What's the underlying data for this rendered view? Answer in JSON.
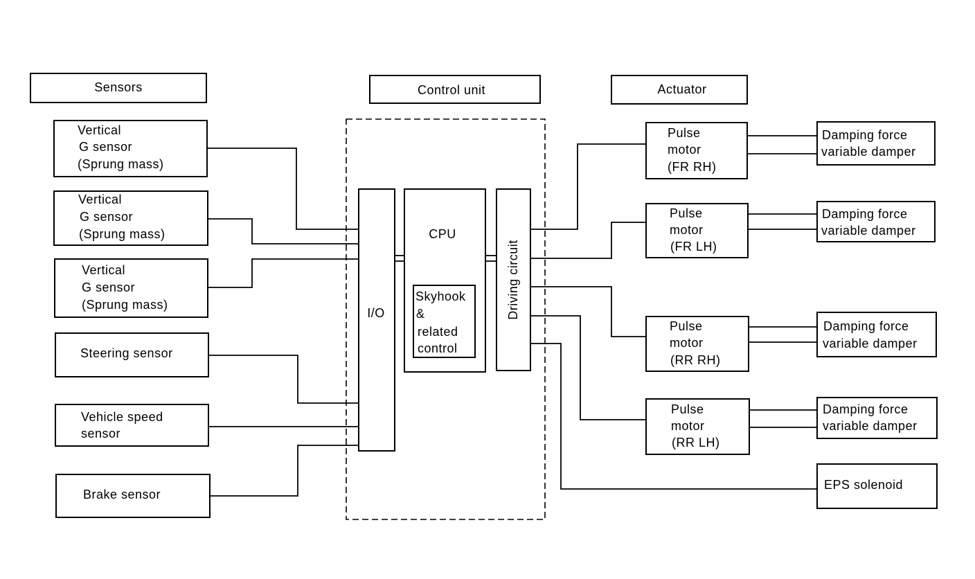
{
  "headers": {
    "sensors": "Sensors",
    "control_unit": "Control unit",
    "actuator": "Actuator"
  },
  "sensors": [
    {
      "lines": [
        "Vertical",
        "G sensor",
        "(Sprung mass)"
      ]
    },
    {
      "lines": [
        "Vertical",
        "G sensor",
        "(Sprung mass)"
      ]
    },
    {
      "lines": [
        "Vertical",
        "G sensor",
        "(Sprung mass)"
      ]
    },
    {
      "lines": [
        "Steering sensor"
      ]
    },
    {
      "lines": [
        "Vehicle speed",
        "sensor"
      ]
    },
    {
      "lines": [
        "Brake sensor"
      ]
    }
  ],
  "control_unit": {
    "io": "I/O",
    "cpu": "CPU",
    "skyhook": [
      "Skyhook",
      "&",
      "related",
      "control"
    ],
    "driving_circuit": "Driving circuit"
  },
  "pulse_motors": [
    {
      "lines": [
        "Pulse",
        "motor",
        "(FR RH)"
      ]
    },
    {
      "lines": [
        "Pulse",
        "motor",
        "(FR LH)"
      ]
    },
    {
      "lines": [
        "Pulse",
        "motor",
        "(RR RH)"
      ]
    },
    {
      "lines": [
        "Pulse",
        "motor",
        "(RR LH)"
      ]
    }
  ],
  "dampers": [
    {
      "lines": [
        "Damping force",
        "variable damper"
      ]
    },
    {
      "lines": [
        "Damping force",
        "variable damper"
      ]
    },
    {
      "lines": [
        "Damping force",
        "variable damper"
      ]
    },
    {
      "lines": [
        "Damping force",
        "variable damper"
      ]
    }
  ],
  "eps": "EPS solenoid"
}
